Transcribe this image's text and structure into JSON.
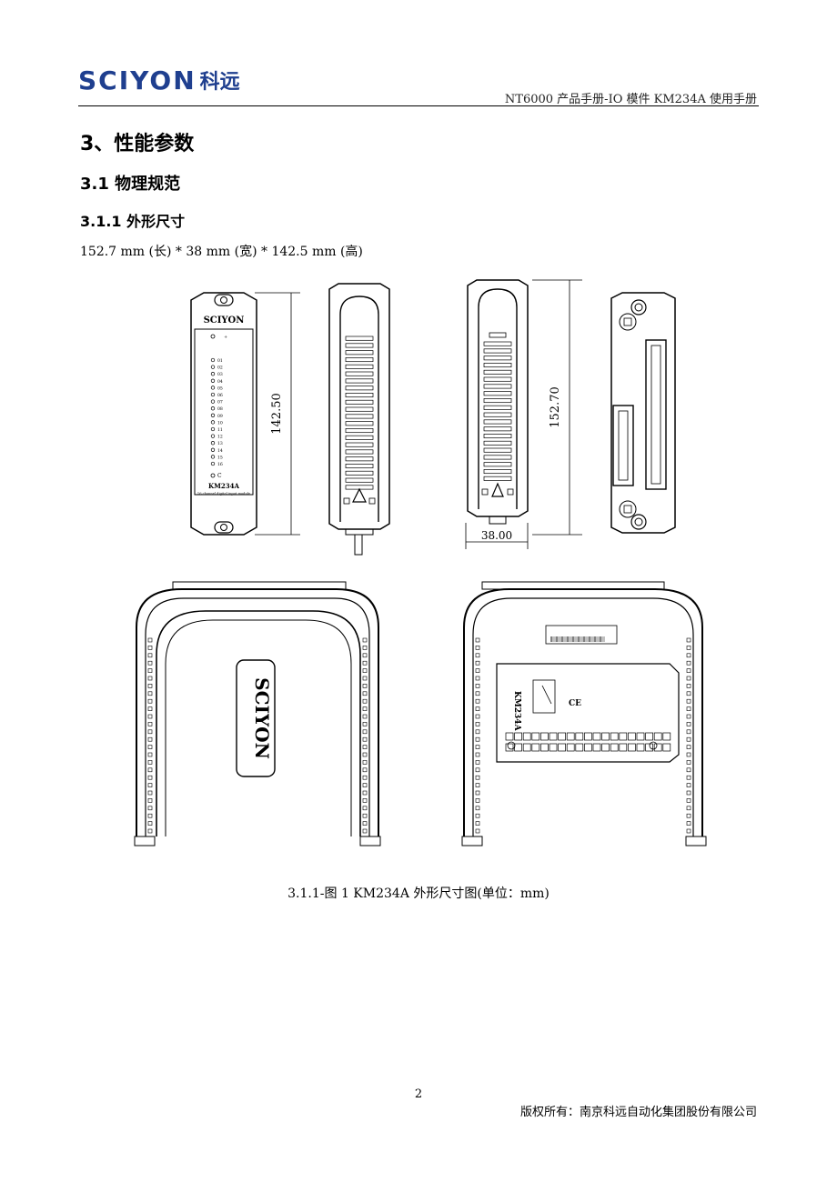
{
  "header": {
    "logo_text": "SCIYON",
    "logo_cn": "科远",
    "title": "NT6000 产品手册-IO 模件 KM234A 使用手册"
  },
  "section": {
    "h1": "3、性能参数",
    "h2": "3.1 物理规范",
    "h3": "3.1.1 外形尺寸",
    "dims": "152.7 mm (长) * 38 mm (宽) * 142.5 mm (高)"
  },
  "figure": {
    "front_logo": "SCIYON",
    "front_model": "KM234A",
    "front_subtitle": "16 channel digital input module",
    "channel_labels": [
      "01",
      "02",
      "03",
      "04",
      "05",
      "06",
      "07",
      "08",
      "09",
      "10",
      "11",
      "12",
      "13",
      "14",
      "15",
      "16"
    ],
    "common_label": "C",
    "dim_height_front": "142.50",
    "dim_height_side": "152.70",
    "dim_width": "38.00",
    "back_logo": "SCIYON",
    "back_model": "KM234A",
    "caption": "3.1.1-图 1 KM234A 外形尺寸图(单位：mm)"
  },
  "footer": {
    "page_number": "2",
    "copyright": "版权所有：南京科远自动化集团股份有限公司"
  }
}
